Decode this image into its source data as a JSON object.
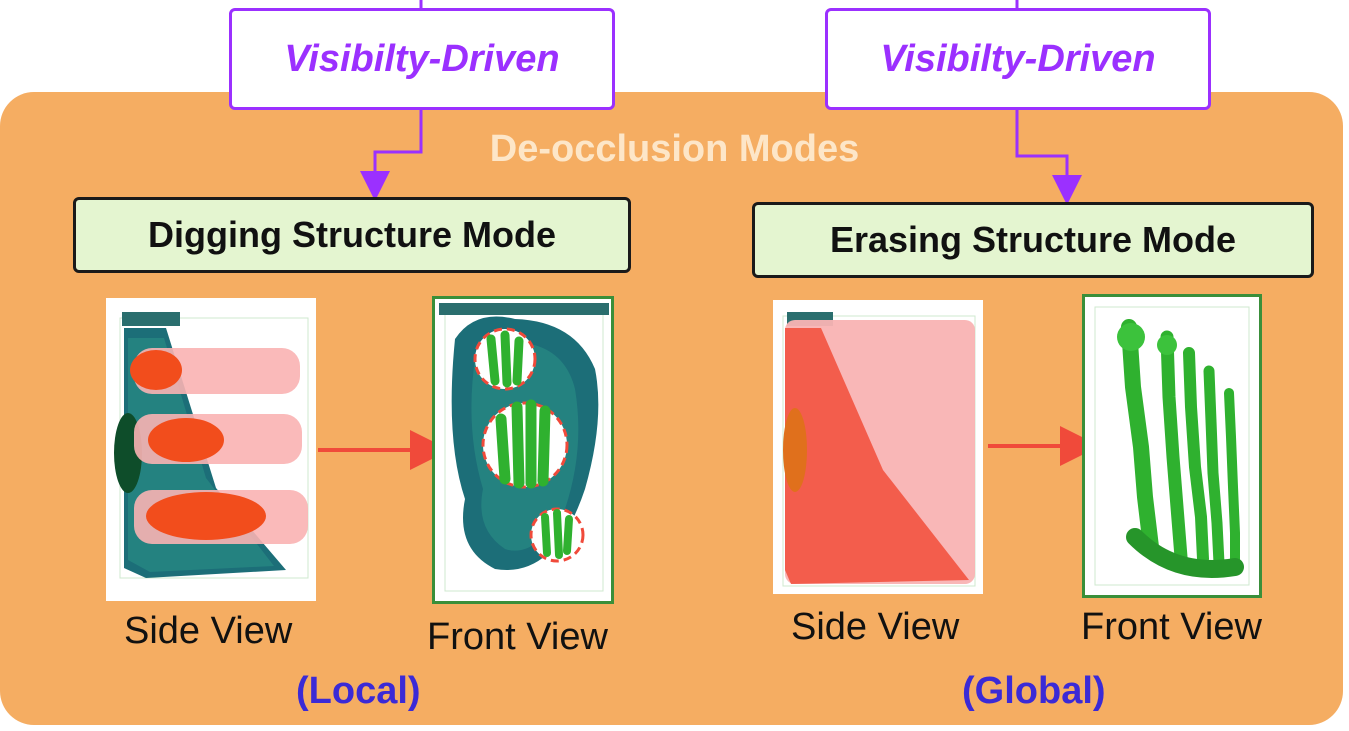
{
  "top_labels": {
    "left": "Visibilty-Driven",
    "right": "Visibilty-Driven"
  },
  "panel": {
    "title": "De-occlusion Modes"
  },
  "modes": {
    "left": {
      "title": "Digging Structure Mode",
      "side_caption": "Side View",
      "front_caption": "Front View",
      "scope": "(Local)"
    },
    "right": {
      "title": "Erasing Structure Mode",
      "side_caption": "Side View",
      "front_caption": "Front View",
      "scope": "(Global)"
    }
  },
  "colors": {
    "connector": "#9b30ff",
    "panel": "#f5ad62",
    "mode_box": "#e4f5d0",
    "transition_arrow": "#f04a3a",
    "scope_text": "#3b2ad6",
    "bone": "#2fb12f",
    "tissue": "#1c6e78",
    "highlight": "#f24d1c"
  }
}
